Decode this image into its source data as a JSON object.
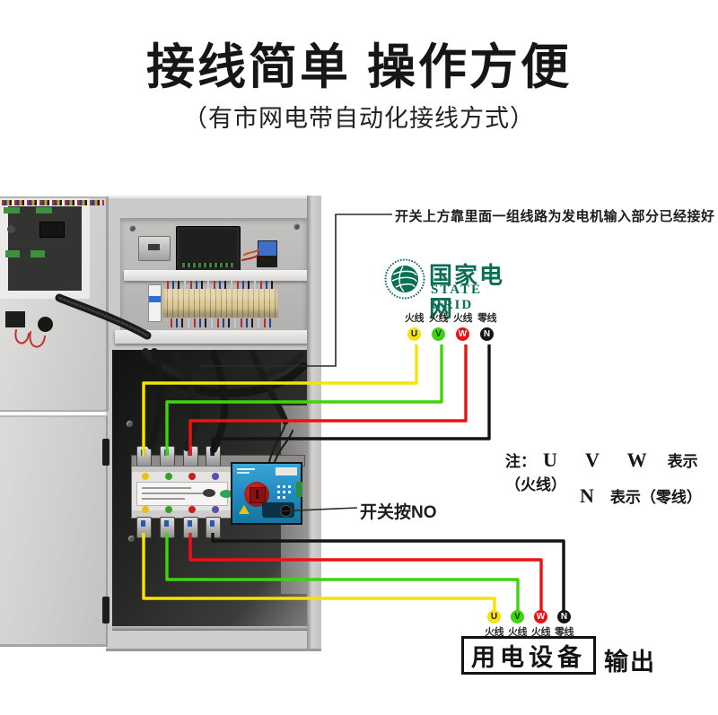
{
  "header": {
    "title": "接线简单 操作方便",
    "subtitle": "（有市网电带自动化接线方式）"
  },
  "brand": {
    "name_cn": "国家电网",
    "name_en": "STATE GRID"
  },
  "annotations": {
    "generator_note": "开关上方靠里面一组线路为发电机输入部分已经接好",
    "switch_note": "开关按NO"
  },
  "legend": {
    "prefix": "注：",
    "live_symbols": "U V W",
    "live_text": "表示（火线）",
    "neutral_symbol": "N",
    "neutral_text": "表示（零线）"
  },
  "terminals": [
    {
      "id": "U",
      "label": "火线",
      "color": "#f2e30a",
      "text_color": "#141414"
    },
    {
      "id": "V",
      "label": "火线",
      "color": "#3fd40c",
      "text_color": "#103500"
    },
    {
      "id": "W",
      "label": "火线",
      "color": "#ee1111",
      "text_color": "#ffffff"
    },
    {
      "id": "N",
      "label": "零线",
      "color": "#141414",
      "text_color": "#ffffff"
    }
  ],
  "output": {
    "device_label": "用电设备",
    "output_label": "输出"
  },
  "colors": {
    "wire_live_u": "#f7e400",
    "wire_live_v": "#3fd40c",
    "wire_live_w": "#ee1111",
    "wire_neutral": "#141414",
    "brand_green": "#0b6e55",
    "callout_line": "#2a2a2a"
  }
}
